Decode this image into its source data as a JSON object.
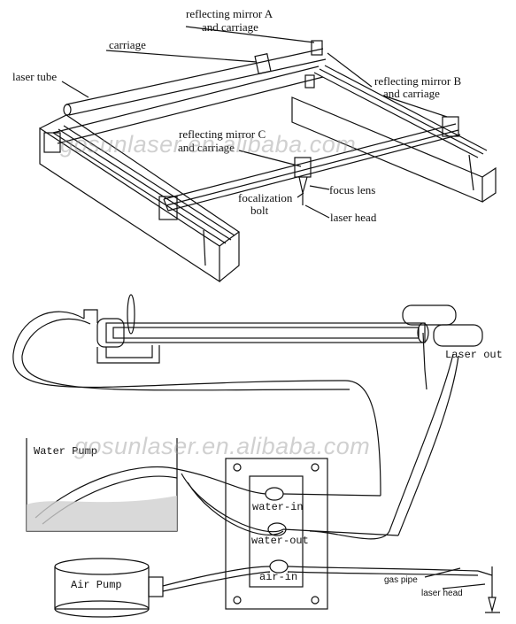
{
  "top": {
    "mirror_a_line1": "reflecting mirror A",
    "mirror_a_line2": "and carriage",
    "carriage": "carriage",
    "laser_tube": "laser tube",
    "mirror_b_line1": "reflecting mirror B",
    "mirror_b_line2": "and carriage",
    "mirror_c_line1": "reflecting mirror C",
    "mirror_c_line2": "and carriage",
    "focus_lens": "focus lens",
    "focalization_line1": "focalization",
    "focalization_line2": "bolt",
    "laser_head": "laser head"
  },
  "bottom": {
    "laser_out": "Laser out",
    "water_pump": "Water Pump",
    "water_in": "water-in",
    "water_out": "water-out",
    "air_in": "air-in",
    "air_pump": "Air Pump",
    "gas_pipe": "gas pipe",
    "laser_head": "laser head"
  },
  "watermark": "gosunlaser.en.alibaba.com",
  "colors": {
    "line": "#111111",
    "water": "#cfcfcf",
    "watermark": "#969696"
  }
}
